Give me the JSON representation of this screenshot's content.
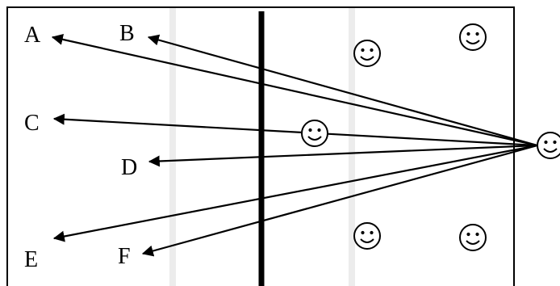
{
  "labels": {
    "a": "A",
    "b": "B",
    "c": "C",
    "d": "D",
    "e": "E",
    "f": "F"
  },
  "icons": {
    "person": "smiley-face-icon"
  },
  "colors": {
    "background": "#ffffff",
    "ink": "#000000",
    "stripe": "#ececec"
  }
}
